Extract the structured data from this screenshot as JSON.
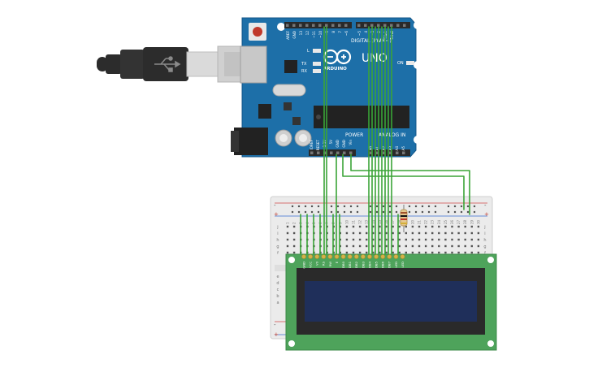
{
  "arduino": {
    "brand": "ARDUINO",
    "model": "UNO",
    "digital_label": "DIGITAL (PWM~)",
    "power_label": "POWER",
    "analog_label": "ANALOG IN",
    "led_labels": [
      "L",
      "TX",
      "RX"
    ],
    "on_label": "ON",
    "top_pin_labels": [
      "AREF",
      "GND",
      "13",
      "12",
      "~11",
      "~10",
      "~9",
      "8",
      "7",
      "~6",
      "~5",
      "4",
      "~3",
      "2",
      "TX▸1",
      "RX◂0"
    ],
    "power_pin_labels": [
      "IOREF",
      "RESET",
      "3.3V",
      "5V",
      "GND",
      "GND",
      "Vin"
    ],
    "analog_pin_labels": [
      "A0",
      "A1",
      "A2",
      "A3",
      "A4",
      "A5"
    ]
  },
  "breadboard": {
    "column_numbers": [
      "1",
      "2",
      "3",
      "4",
      "5",
      "6",
      "7",
      "8",
      "9",
      "10",
      "11",
      "12",
      "13",
      "14",
      "15",
      "16",
      "17",
      "18",
      "19",
      "20",
      "21",
      "22",
      "23",
      "24",
      "25",
      "26",
      "27",
      "28",
      "29",
      "30"
    ],
    "row_letters_top": [
      "j",
      "i",
      "h",
      "g",
      "f"
    ],
    "row_letters_bottom": [
      "e",
      "d",
      "c",
      "b",
      "a"
    ],
    "rail_minus": "-",
    "rail_plus": "+"
  },
  "lcd": {
    "pin_labels": [
      "GND",
      "VCC",
      "V0",
      "RS",
      "RW",
      "E",
      "DB0",
      "DB1",
      "DB2",
      "DB3",
      "DB4",
      "DB5",
      "DB6",
      "DB7",
      "LED",
      "LED"
    ]
  },
  "colors": {
    "board": "#1d6fa8",
    "board_dark": "#165d8f",
    "wire": "#3aa437",
    "breadboard": "#e8e8e8",
    "lcd_pcb": "#4ea35b",
    "lcd_screen": "#1f2f5a",
    "usb": "#2c2c2c"
  }
}
